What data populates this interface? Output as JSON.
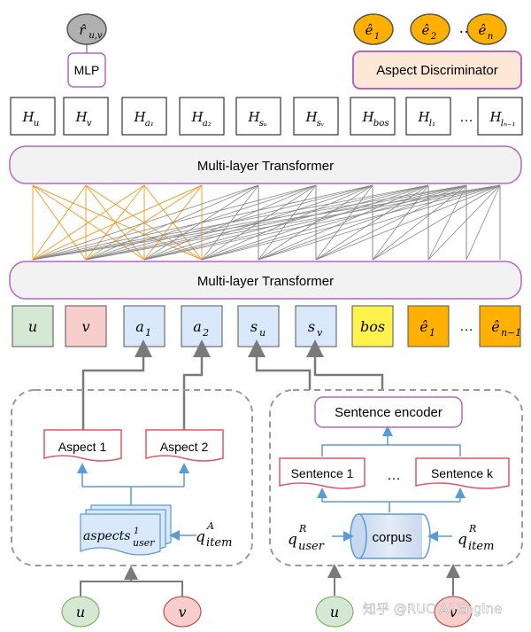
{
  "outputs": {
    "rating": {
      "main": "r̂",
      "sub": "u,v"
    },
    "mlp": "MLP",
    "aspects": [
      {
        "main": "ê",
        "sub": "1"
      },
      {
        "main": "ê",
        "sub": "2"
      },
      {
        "main": "…",
        "sub": ""
      },
      {
        "main": "ê",
        "sub": "n"
      }
    ],
    "aspect_discriminator": "Aspect Discriminator"
  },
  "hidden": [
    {
      "main": "H",
      "sub": "u"
    },
    {
      "main": "H",
      "sub": "v"
    },
    {
      "main": "H",
      "sub": "a₁"
    },
    {
      "main": "H",
      "sub": "a₂"
    },
    {
      "main": "H",
      "sub": "sᵤ"
    },
    {
      "main": "H",
      "sub": "sᵥ"
    },
    {
      "main": "H",
      "sub": "bos"
    },
    {
      "main": "H",
      "sub": "l₁"
    },
    {
      "main": "…",
      "sub": ""
    },
    {
      "main": "H",
      "sub": "lₙ₋₁"
    }
  ],
  "transformer_top": "Multi-layer Transformer",
  "transformer_bottom": "Multi-layer Transformer",
  "inputs": [
    {
      "main": "u",
      "sub": "",
      "color": "#d5e8d4"
    },
    {
      "main": "v",
      "sub": "",
      "color": "#f8cecc"
    },
    {
      "main": "a",
      "sub": "1",
      "color": "#dae8fc"
    },
    {
      "main": "a",
      "sub": "2",
      "color": "#dae8fc"
    },
    {
      "main": "s",
      "sub": "u",
      "color": "#dae8fc"
    },
    {
      "main": "s",
      "sub": "v",
      "color": "#dae8fc"
    },
    {
      "main": "bos",
      "sub": "",
      "color": "#fff24d"
    },
    {
      "main": "ê",
      "sub": "1",
      "color": "#ffb000"
    },
    {
      "main": "…",
      "sub": "",
      "color": "none"
    },
    {
      "main": "ê",
      "sub": "n−1",
      "color": "#ffb000"
    }
  ],
  "aspect_module": {
    "aspect1": "Aspect 1",
    "aspect2": "Aspect 2",
    "aspects_doc": {
      "main": "aspects",
      "sup": "1",
      "sub": "user"
    },
    "q_item": {
      "main": "q",
      "sup": "A",
      "sub": "item"
    },
    "user": "u",
    "item": "v"
  },
  "sentence_module": {
    "encoder": "Sentence encoder",
    "sentence1": "Sentence 1",
    "ellipsis": "…",
    "sentencek": "Sentence k",
    "corpus": "corpus",
    "q_user": {
      "main": "q",
      "sup": "R",
      "sub": "user"
    },
    "q_item": {
      "main": "q",
      "sup": "R",
      "sub": "item"
    },
    "user": "u",
    "item": "v"
  },
  "watermark": "知乎 @RUC AI Engine",
  "colors": {
    "purple": "#b266c6",
    "blue_arrow": "#5b9bd5",
    "orange_line": "#f0a030",
    "gray_line": "#888888",
    "pink_border": "#e05565"
  }
}
